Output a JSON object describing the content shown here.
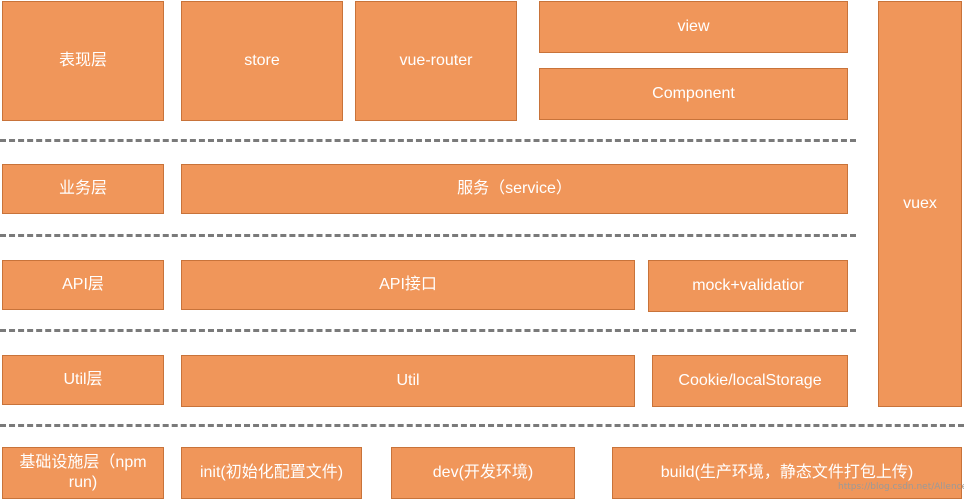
{
  "layers": {
    "presentation": {
      "label": "表现层",
      "store": "store",
      "router": "vue-router",
      "view": "view",
      "component": "Component"
    },
    "business": {
      "label": "业务层",
      "service": "服务（service）"
    },
    "api": {
      "label": "API层",
      "interface": "API接口",
      "mock": "mock+validatior"
    },
    "util": {
      "label": "Util层",
      "util": "Util",
      "storage": "Cookie/localStorage"
    },
    "infrastructure": {
      "label": "基础设施层（npm run)",
      "init": "init(初始化配置文件)",
      "dev": "dev(开发环境)",
      "build": "build(生产环境，静态文件打包上传)"
    }
  },
  "side": {
    "vuex": "vuex"
  },
  "watermark": "https://blog.csdn.net/Allence_z",
  "colors": {
    "box_fill": "#F0965A",
    "box_text": "#FFFFFF",
    "separator": "#7A7A7A"
  }
}
